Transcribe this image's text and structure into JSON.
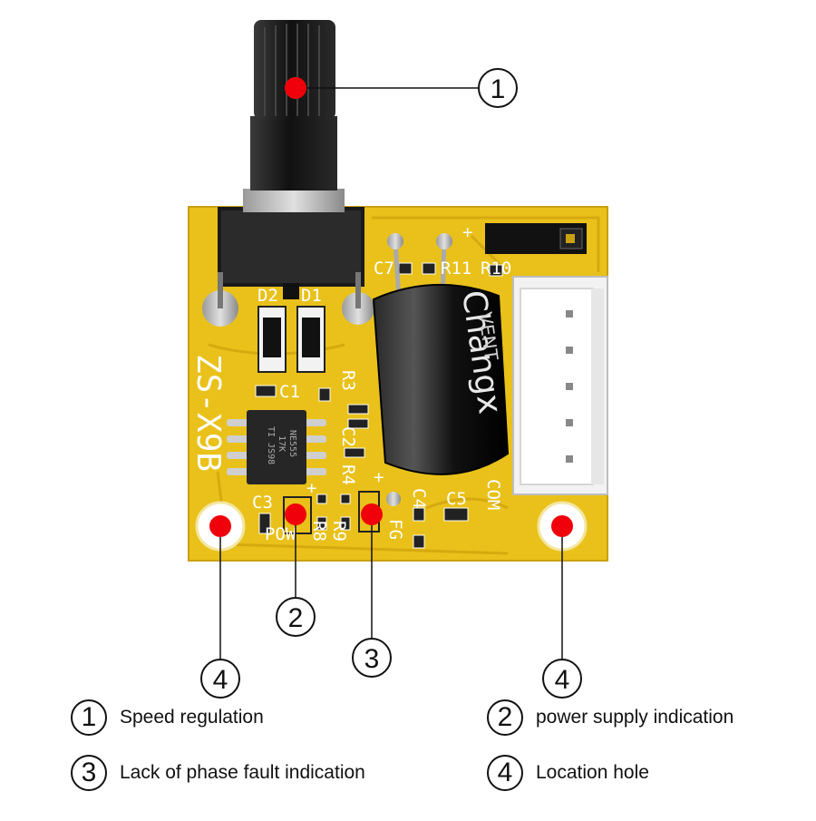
{
  "board": {
    "silkscreen": {
      "model": "ZS-X9B",
      "d2": "D2",
      "d1": "D1",
      "c1": "C1",
      "c2": "C2",
      "c3": "C3",
      "c4": "C4",
      "c5": "C5",
      "c7": "C7",
      "r3": "R3",
      "r4": "R4",
      "r8": "R8",
      "r9": "R9",
      "r10": "R10",
      "r11": "R11",
      "pow": "POW",
      "fg": "FG",
      "com": "COM",
      "plus": "+",
      "chip_line1": "NE555",
      "chip_line2": "17K",
      "chip_line3": "TI JS98",
      "cap_brand": "Changx",
      "cap_vent": "VENT"
    }
  },
  "callouts": [
    {
      "number": "1"
    },
    {
      "number": "2"
    },
    {
      "number": "3"
    },
    {
      "number": "4"
    },
    {
      "number": "4"
    }
  ],
  "legend": [
    {
      "number": "1",
      "label": "Speed regulation"
    },
    {
      "number": "2",
      "label": "power supply indication"
    },
    {
      "number": "3",
      "label": "Lack of phase fault indication"
    },
    {
      "number": "4",
      "label": "Location hole"
    }
  ],
  "colors": {
    "pcb": "#e9c11a",
    "marker": "#f0000a"
  }
}
